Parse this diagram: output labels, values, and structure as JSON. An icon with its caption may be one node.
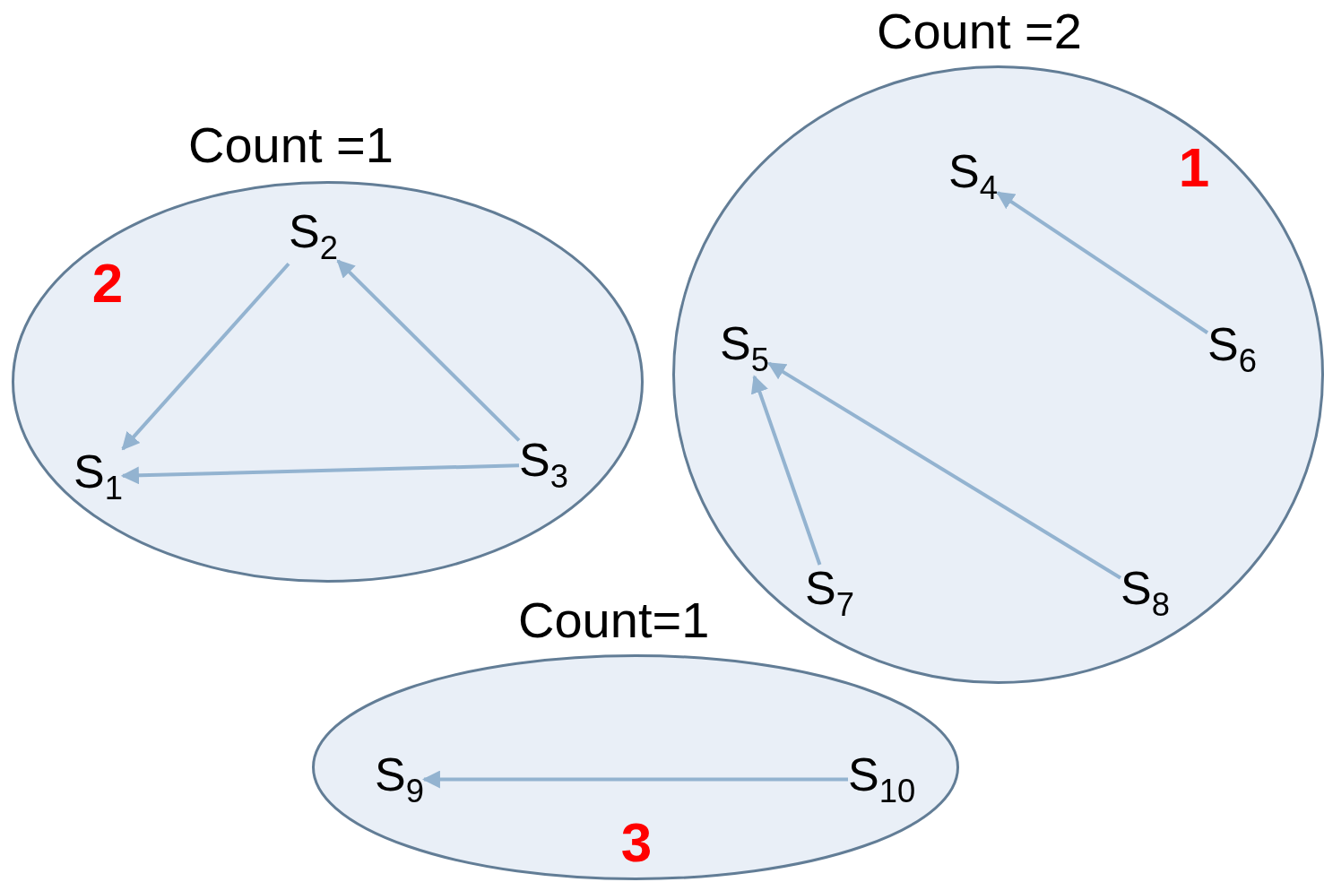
{
  "diagram": {
    "nodes": [
      {
        "text": [
          "Count =1"
        ]
      },
      {
        "text": [
          "S$_{1}$"
        ],
        "in": 0
      },
      {
        "text": [
          "S$_{2}$"
        ],
        "in": 0
      },
      {
        "text": [
          "S$_{3}$"
        ],
        "in": 0
      },
      {
        "text": [
          "Count =2"
        ]
      },
      {
        "text": [
          "S$_{4}$"
        ],
        "in": 4
      },
      {
        "text": [
          "S$_{5}$"
        ],
        "in": 4
      },
      {
        "text": [
          "S$_{6}$"
        ],
        "in": 4
      },
      {
        "text": [
          "S$_{7}$"
        ],
        "in": 4
      },
      {
        "text": [
          "S$_{8}$"
        ],
        "in": 4
      },
      {
        "text": [
          "Count=1"
        ]
      },
      {
        "text": [
          "S$_{9}$"
        ],
        "in": 10
      },
      {
        "text": [
          "S$_{10}$"
        ],
        "in": 10
      }
    ],
    "edges": [
      {
        "from": 2,
        "to": 1,
        "arrow": "to"
      },
      {
        "from": 3,
        "to": 2,
        "arrow": "to"
      },
      {
        "from": 3,
        "to": 1,
        "arrow": "to"
      },
      {
        "from": 7,
        "to": 5,
        "arrow": "to"
      },
      {
        "from": 9,
        "to": 6,
        "arrow": "to"
      },
      {
        "from": 8,
        "to": 6,
        "arrow": "to"
      },
      {
        "from": 12,
        "to": 11,
        "arrow": "to"
      }
    ],
    "labels": [
      "1",
      "2",
      "3"
    ]
  }
}
